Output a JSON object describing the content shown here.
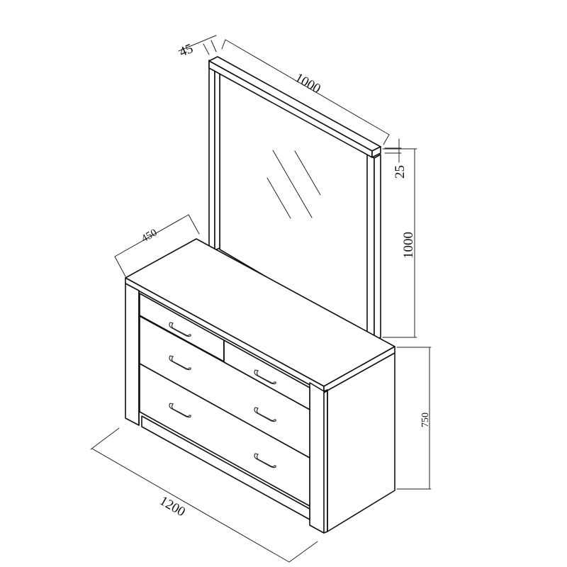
{
  "drawing": {
    "title": "Dressing table with mirror",
    "units": "mm",
    "line_color": "#111111",
    "background": "#ffffff"
  },
  "dimensions": {
    "mirror_frame_depth": "45",
    "mirror_width": "1000",
    "mirror_frame_top_thickness": "25",
    "mirror_height": "1000",
    "dresser_depth": "450",
    "dresser_height": "750",
    "dresser_width": "1200"
  },
  "components": {
    "mirror": {
      "reflection_lines": 3
    },
    "dresser": {
      "drawers": [
        {
          "name": "top-left-small-drawer",
          "handles": 1
        },
        {
          "name": "top-right-small-drawer",
          "handles": 1
        },
        {
          "name": "middle-wide-drawer",
          "handles": 2
        },
        {
          "name": "bottom-wide-drawer",
          "handles": 2
        }
      ]
    }
  }
}
